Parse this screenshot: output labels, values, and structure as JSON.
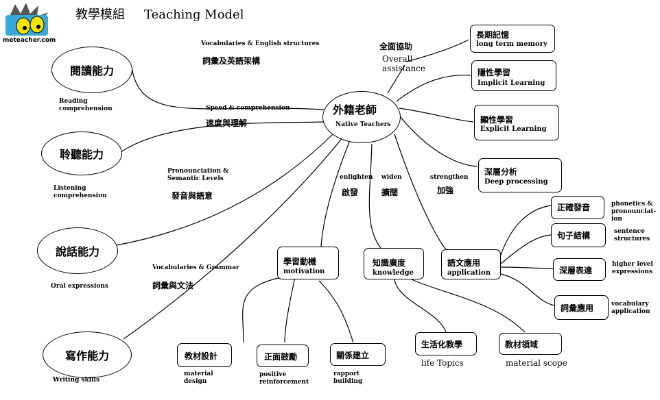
{
  "header": {
    "title_zh": "教學模組",
    "title_en": "Teaching Model",
    "logo_text": "meteacher.com"
  },
  "center": {
    "zh": "外籍老師",
    "en": "Native Teachers"
  },
  "left_nodes": [
    {
      "zh": "閱讀能力",
      "en_lines": [
        "Reading",
        "comprehension"
      ]
    },
    {
      "zh": "聆聽能力",
      "en_lines": [
        "Listening",
        "comprehension"
      ]
    },
    {
      "zh": "說話能力",
      "en_lines": [
        "Oral expressions"
      ]
    },
    {
      "zh": "寫作能力",
      "en_lines": [
        "Writing skills"
      ]
    }
  ],
  "left_links": [
    {
      "en": "Vocabularies & English structures",
      "zh": "詞彙及英語架構"
    },
    {
      "en": "Speed & comprehension",
      "zh": "速度與理解"
    },
    {
      "en_lines": [
        "Pronounciation &",
        "Semantic Levels"
      ],
      "zh": "發音與語意"
    },
    {
      "en": "Vocabularies & Grammar",
      "zh": "詞彙與文法"
    }
  ],
  "overall": {
    "zh": "全面協助",
    "en_lines": [
      "Overall",
      "assistance"
    ]
  },
  "right_boxes": [
    {
      "zh": "長期記憶",
      "en": "long term memory"
    },
    {
      "zh": "隱性學習",
      "en": "Implicit Learning"
    },
    {
      "zh": "顯性學習",
      "en": "Explicit Learning"
    },
    {
      "zh": "深層分析",
      "en": "Deep processing"
    }
  ],
  "branches": [
    {
      "en": "enlighten",
      "zh": "啟發"
    },
    {
      "en": "widen",
      "zh": "擴闊"
    },
    {
      "en": "strengthen",
      "zh": "加強"
    }
  ],
  "mid_boxes": [
    {
      "zh": "學習動機",
      "en": "motivation"
    },
    {
      "zh": "知識廣度",
      "en": "knowledge"
    },
    {
      "zh": "語文應用",
      "en": "application"
    }
  ],
  "motivation_children": [
    {
      "zh": "教材設計",
      "en_lines": [
        "material",
        "design"
      ]
    },
    {
      "zh": "正面鼓勵",
      "en_lines": [
        "positive",
        "reinforcement"
      ]
    },
    {
      "zh": "關係建立",
      "en_lines": [
        "rapport",
        "building"
      ]
    }
  ],
  "knowledge_children": [
    {
      "zh": "生活化教學",
      "en": "life Topics"
    },
    {
      "zh": "教材領域",
      "en": "material scope"
    }
  ],
  "application_children": [
    {
      "zh": "正確發音",
      "en_lines": [
        "phonetics &",
        "pronounciat-",
        "ion"
      ]
    },
    {
      "zh": "句子結構",
      "en_lines": [
        "sentence",
        "structures"
      ]
    },
    {
      "zh": "深層表達",
      "en_lines": [
        "higher level",
        "expressions"
      ]
    },
    {
      "zh": "詞彙應用",
      "en_lines": [
        "vocabulary",
        "application"
      ]
    }
  ]
}
